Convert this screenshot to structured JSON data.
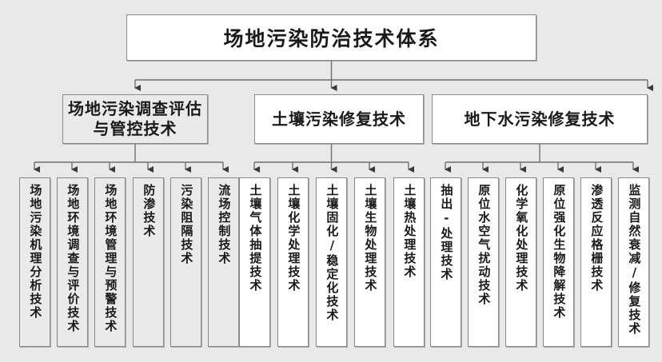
{
  "diagram": {
    "title": "场地污染防治技术体系",
    "background_color": "#e9e9e9",
    "box_border_color": "#8a8a8a",
    "branches": [
      {
        "label": "场地污染调查评估与管控技术",
        "fill": "#eaeaea",
        "leaves": [
          "场地污染机理分析技术",
          "场地环境调查与评价技术",
          "场地环境管理与预警技术",
          "防渗技术",
          "污染阻隔技术",
          "流场控制技术"
        ]
      },
      {
        "label": "土壤污染修复技术",
        "fill": "#ffffff",
        "leaves": [
          "土壤气体抽提技术",
          "土壤化学处理技术",
          "土壤固化/稳定化技术",
          "土壤生物处理技术",
          "土壤热处理技术"
        ]
      },
      {
        "label": "地下水污染修复技术",
        "fill": "#ffffff",
        "leaves": [
          "抽出-处理技术",
          "原位水空气扰动技术",
          "化学氧化处理技术",
          "原位强化生物降解技术",
          "渗透反应格栅技术",
          "监测自然衰减/修复技术"
        ]
      }
    ]
  }
}
